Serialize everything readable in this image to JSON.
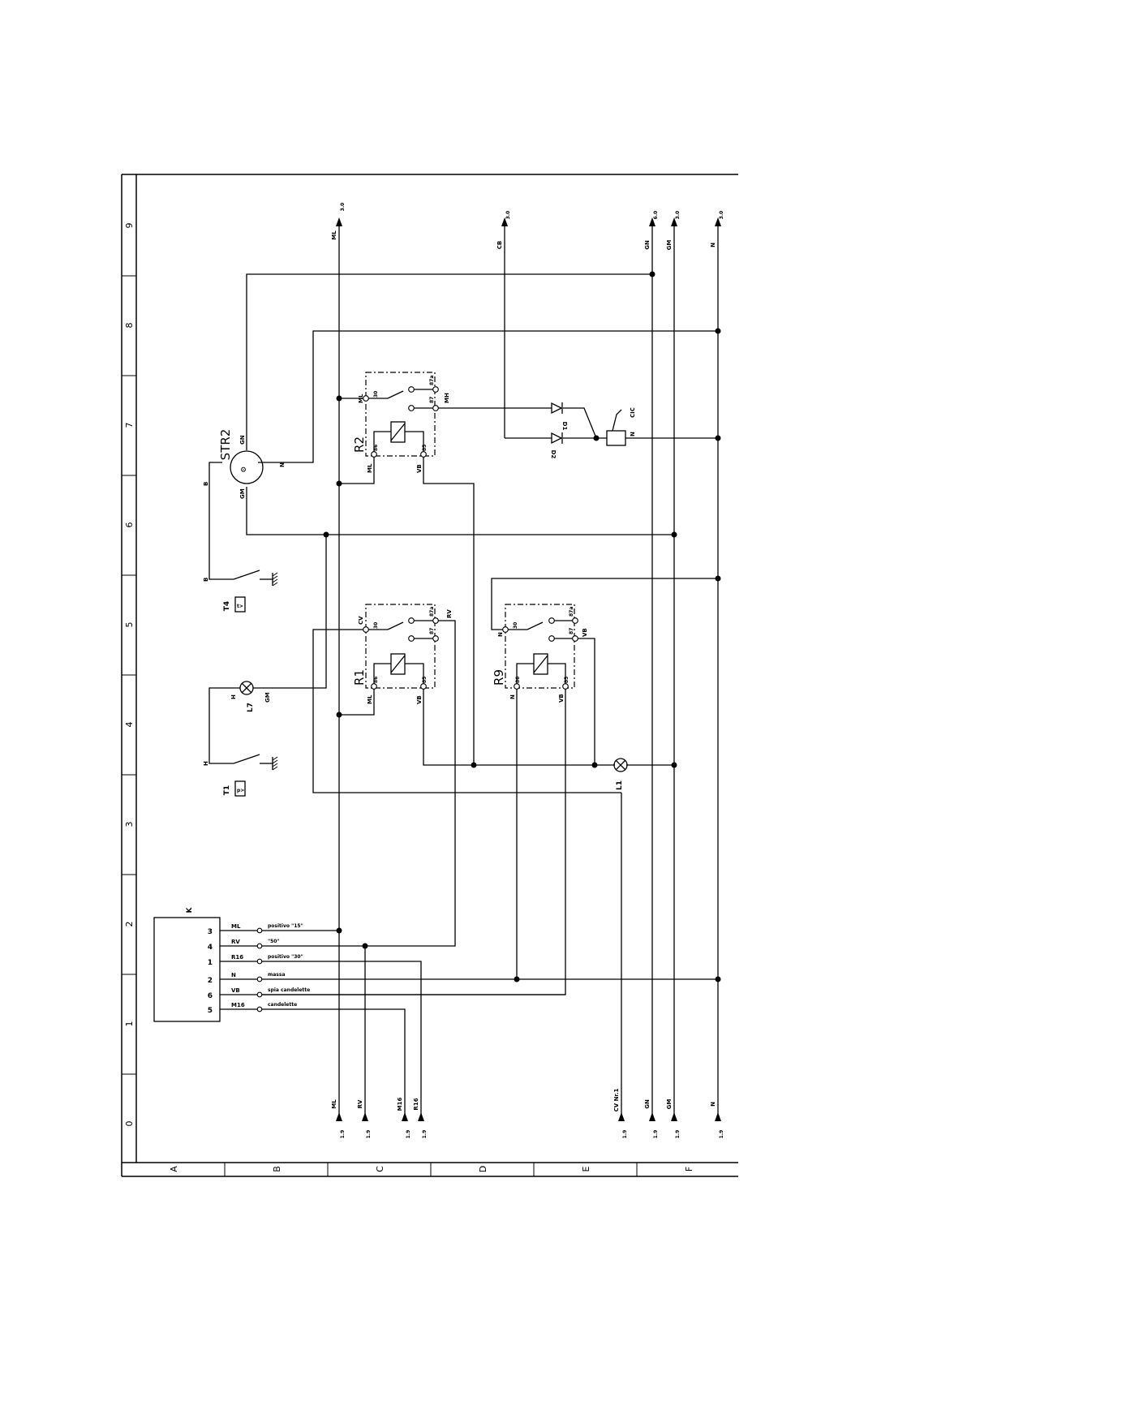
{
  "grid": {
    "columns": [
      "A",
      "B",
      "C",
      "D",
      "E",
      "F"
    ],
    "rows": [
      "0",
      "1",
      "2",
      "3",
      "4",
      "5",
      "6",
      "7",
      "8",
      "9"
    ]
  },
  "top_arrows": [
    {
      "label": "ML",
      "ref": "3.0"
    },
    {
      "label": "CB",
      "ref": "3.0"
    },
    {
      "label": "GN",
      "ref": "6.0"
    },
    {
      "label": "GM",
      "ref": "3.0"
    },
    {
      "label": "N",
      "ref": "3.0"
    }
  ],
  "bottom_arrows": [
    {
      "label": "ML",
      "ref": "1.9"
    },
    {
      "label": "RV",
      "ref": "1.9"
    },
    {
      "label": "M16",
      "ref": "1.9"
    },
    {
      "label": "R16",
      "ref": "1.9"
    },
    {
      "label": "CV Nr.1",
      "ref": "1.9"
    },
    {
      "label": "GN",
      "ref": "1.9"
    },
    {
      "label": "GM",
      "ref": "1.9"
    },
    {
      "label": "N",
      "ref": "1.9"
    }
  ],
  "connector": {
    "name": "K",
    "pins": [
      {
        "pin": "3",
        "wire": "ML",
        "desc": "positivo \"15\""
      },
      {
        "pin": "4",
        "wire": "RV",
        "desc": "\"50\""
      },
      {
        "pin": "1",
        "wire": "R16",
        "desc": "positivo \"30\""
      },
      {
        "pin": "2",
        "wire": "N",
        "desc": "massa"
      },
      {
        "pin": "6",
        "wire": "VB",
        "desc": "spia candelette"
      },
      {
        "pin": "5",
        "wire": "M16",
        "desc": "candelette"
      }
    ]
  },
  "relays": {
    "r2": {
      "name": "R2",
      "p30": "30",
      "p87a": "87a",
      "p87": "87",
      "p86": "86",
      "p85": "85",
      "w30": "ML",
      "w87": "MH",
      "w86": "ML",
      "w85": "VB"
    },
    "r1": {
      "name": "R1",
      "p30": "30",
      "p87a": "87a",
      "p87": "87",
      "p86": "86",
      "p85": "85",
      "w30": "CV",
      "w87a": "RV",
      "w86": "ML",
      "w85": "VB"
    },
    "r9": {
      "name": "R9",
      "p30": "30",
      "p87a": "87a",
      "p87": "87",
      "p86": "86",
      "p85": "85",
      "w30": "N",
      "w87": "VB",
      "w86": "N",
      "w85": "VB"
    }
  },
  "components": {
    "str2": {
      "name": "STR2",
      "gn": "GN",
      "gm": "GM",
      "n": "N",
      "b": "B"
    },
    "t4": {
      "name": "T4",
      "wire": "B"
    },
    "l7": {
      "name": "L7",
      "h": "H",
      "gm": "GM"
    },
    "t1": {
      "name": "T1",
      "wire": "H"
    },
    "l1": {
      "name": "L1"
    },
    "cic": {
      "name": "CIC",
      "n": "N"
    },
    "d1": {
      "name": "D1"
    },
    "d2": {
      "name": "D2"
    }
  }
}
